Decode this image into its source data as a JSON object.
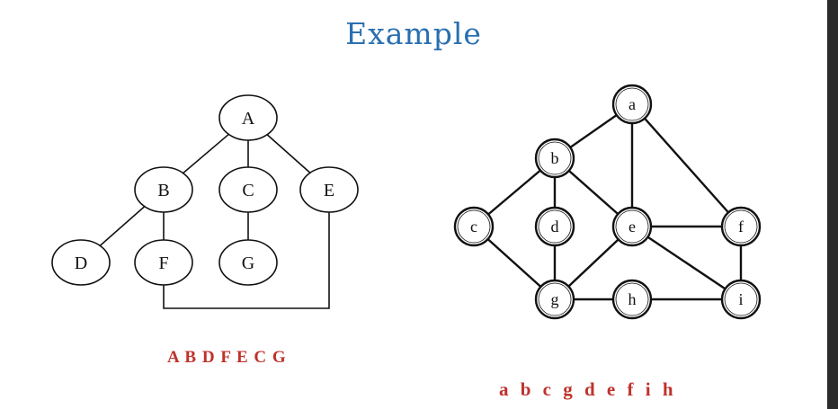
{
  "title": "Example",
  "tree": {
    "nodes": [
      {
        "id": "A",
        "label": "A"
      },
      {
        "id": "B",
        "label": "B"
      },
      {
        "id": "C",
        "label": "C"
      },
      {
        "id": "E",
        "label": "E"
      },
      {
        "id": "D",
        "label": "D"
      },
      {
        "id": "F",
        "label": "F"
      },
      {
        "id": "G",
        "label": "G"
      }
    ],
    "edges": [
      [
        "A",
        "B"
      ],
      [
        "A",
        "C"
      ],
      [
        "A",
        "E"
      ],
      [
        "B",
        "D"
      ],
      [
        "B",
        "F"
      ],
      [
        "C",
        "G"
      ],
      [
        "F",
        "E"
      ]
    ],
    "traversal": "A B D F E C G"
  },
  "graph": {
    "nodes": [
      {
        "id": "a",
        "label": "a"
      },
      {
        "id": "b",
        "label": "b"
      },
      {
        "id": "c",
        "label": "c"
      },
      {
        "id": "d",
        "label": "d"
      },
      {
        "id": "e",
        "label": "e"
      },
      {
        "id": "f",
        "label": "f"
      },
      {
        "id": "g",
        "label": "g"
      },
      {
        "id": "h",
        "label": "h"
      },
      {
        "id": "i",
        "label": "i"
      }
    ],
    "edges": [
      [
        "a",
        "b"
      ],
      [
        "a",
        "e"
      ],
      [
        "a",
        "f"
      ],
      [
        "b",
        "c"
      ],
      [
        "b",
        "d"
      ],
      [
        "b",
        "e"
      ],
      [
        "c",
        "g"
      ],
      [
        "d",
        "g"
      ],
      [
        "e",
        "g"
      ],
      [
        "e",
        "f"
      ],
      [
        "e",
        "i"
      ],
      [
        "f",
        "i"
      ],
      [
        "g",
        "h"
      ],
      [
        "h",
        "i"
      ]
    ],
    "traversal": "a b c g d e f i h"
  },
  "colors": {
    "title": "#2a6fb0",
    "traversal": "#c0312b",
    "stroke": "#111111"
  }
}
